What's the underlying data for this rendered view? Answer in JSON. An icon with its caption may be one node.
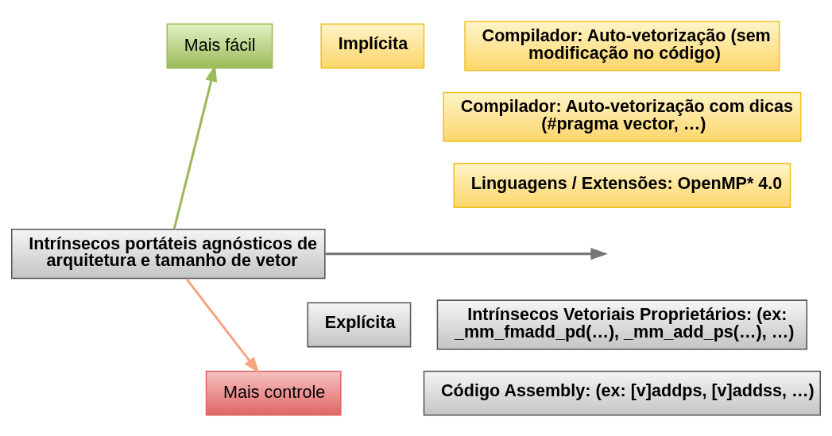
{
  "diagram": {
    "nodes": [
      {
        "text": [
          "Mais fácil"
        ]
      },
      {
        "text": [
          "Mais controle"
        ]
      },
      {
        "text": [
          "Implícita"
        ]
      },
      {
        "text": [
          "Compilador: Auto-vetorização (sem modificação no código)"
        ]
      },
      {
        "text": [
          "Compilador: Auto-vetorização com dicas (#pragma vector, …)"
        ]
      },
      {
        "text": [
          "Linguagens / Extensões: OpenMP* 4.0"
        ]
      },
      {
        "text": [
          "Intrínsecos portáteis agnósticos de arquitetura e tamanho de vetor"
        ]
      },
      {
        "text": [
          "Explícita"
        ]
      },
      {
        "text": [
          "Intrínsecos Vetoriais Proprietários: (ex: _mm_fmadd_pd(…), _mm_add_ps(…), …)"
        ]
      },
      {
        "text": [
          "Código Assembly: (ex: [v]addps, [v]addss, …)"
        ]
      }
    ],
    "edges": [
      {
        "from": 6,
        "to": 0,
        "arrow": "to",
        "color": "#9bbb59"
      },
      {
        "from": 6,
        "to": 1,
        "arrow": "to",
        "color": "#f4a582"
      },
      {
        "from": 6,
        "to": null,
        "arrow": "to"
      }
    ]
  }
}
